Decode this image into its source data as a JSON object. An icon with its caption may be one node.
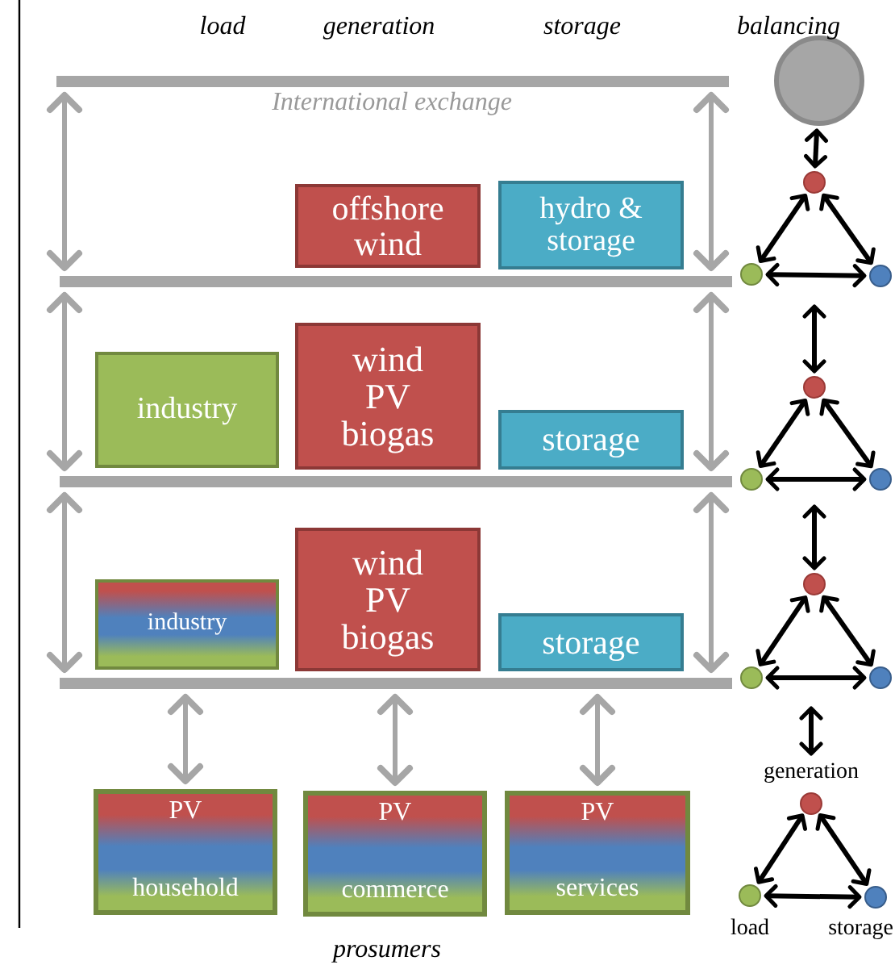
{
  "diagram": {
    "nodes": [
      {
        "text": [],
        "shape": "bar",
        "beside": [
          "International exchange"
        ]
      },
      {
        "text": [
          "offshore wind"
        ]
      },
      {
        "text": [
          "hydro & storage"
        ]
      },
      {
        "text": [],
        "shape": "bar"
      },
      {
        "text": [
          "industry"
        ]
      },
      {
        "text": [
          "wind PV biogas"
        ]
      },
      {
        "text": [
          "storage"
        ]
      },
      {
        "text": [],
        "shape": "bar"
      },
      {
        "text": [
          "industry"
        ]
      },
      {
        "text": [
          "wind PV biogas"
        ]
      },
      {
        "text": [
          "storage"
        ]
      },
      {
        "text": [],
        "shape": "bar"
      },
      {
        "text": [
          "PV",
          "household"
        ]
      },
      {
        "text": [
          "PV",
          "commerce"
        ]
      },
      {
        "text": [
          "PV",
          "services"
        ]
      },
      {
        "text": [],
        "shape": "circle"
      },
      {
        "text": [],
        "shape": "circle"
      },
      {
        "text": [],
        "shape": "circle"
      },
      {
        "text": [],
        "shape": "circle"
      },
      {
        "text": [],
        "shape": "circle"
      },
      {
        "text": [],
        "shape": "circle"
      },
      {
        "text": [],
        "shape": "circle"
      },
      {
        "text": [],
        "shape": "circle"
      },
      {
        "text": [],
        "shape": "circle"
      },
      {
        "text": [],
        "shape": "circle"
      },
      {
        "text": [
          "generation"
        ]
      },
      {
        "text": [],
        "shape": "circle",
        "beside": [
          "load"
        ]
      },
      {
        "text": [],
        "shape": "circle",
        "beside": [
          "storage"
        ]
      }
    ],
    "edges": [
      {
        "from": 0,
        "to": 3,
        "arrow": "both",
        "color": "#a6a6a6"
      },
      {
        "from": 0,
        "to": 3,
        "arrow": "both",
        "color": "#a6a6a6"
      },
      {
        "from": 3,
        "to": 7,
        "arrow": "both",
        "color": "#a6a6a6"
      },
      {
        "from": 3,
        "to": 7,
        "arrow": "both",
        "color": "#a6a6a6"
      },
      {
        "from": 7,
        "to": 11,
        "arrow": "both",
        "color": "#a6a6a6"
      },
      {
        "from": 7,
        "to": 11,
        "arrow": "both",
        "color": "#a6a6a6"
      },
      {
        "from": 11,
        "to": 12,
        "arrow": "both",
        "color": "#a6a6a6"
      },
      {
        "from": 11,
        "to": 13,
        "arrow": "both",
        "color": "#a6a6a6"
      },
      {
        "from": 11,
        "to": 14,
        "arrow": "both",
        "color": "#a6a6a6"
      },
      {
        "from": 15,
        "to": 16,
        "arrow": "both"
      },
      {
        "from": 16,
        "to": 17,
        "arrow": "both"
      },
      {
        "from": 16,
        "to": 18,
        "arrow": "both"
      },
      {
        "from": 17,
        "to": 18,
        "arrow": "both"
      },
      {
        "from": null,
        "to": 19,
        "arrow": "both"
      },
      {
        "from": 19,
        "to": 20,
        "arrow": "both"
      },
      {
        "from": 19,
        "to": 21,
        "arrow": "both"
      },
      {
        "from": 20,
        "to": 21,
        "arrow": "both"
      },
      {
        "from": null,
        "to": 22,
        "arrow": "both"
      },
      {
        "from": 22,
        "to": 23,
        "arrow": "both"
      },
      {
        "from": 22,
        "to": 24,
        "arrow": "both"
      },
      {
        "from": 23,
        "to": 24,
        "arrow": "both"
      },
      {
        "from": null,
        "to": 25,
        "arrow": "both"
      },
      {
        "from": 25,
        "to": 26,
        "arrow": "both"
      },
      {
        "from": 25,
        "to": 27,
        "arrow": "both"
      },
      {
        "from": 26,
        "to": 27,
        "arrow": "both"
      }
    ],
    "labels": [
      "load",
      "generation",
      "storage",
      "balancing",
      "prosumers"
    ]
  }
}
